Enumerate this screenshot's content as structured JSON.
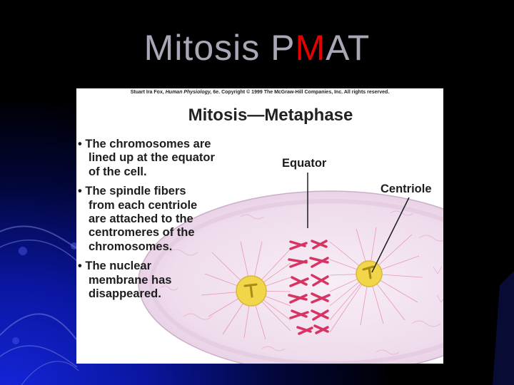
{
  "slide": {
    "title_parts": [
      "Mitosis P",
      "M",
      "AT"
    ]
  },
  "figure": {
    "credit_author": "Stuart Ira Fox,",
    "credit_book": "Human Physiology,",
    "credit_rest": "6e. Copyright © 1999 The McGraw-Hill Companies, Inc. All rights reserved.",
    "heading": "Mitosis—Metaphase",
    "bullets": [
      "The chromosomes are\nlined up at the equator\nof the cell.",
      "The spindle fibers\nfrom each centriole\nare attached to the\ncentromeres of the\nchromosomes.",
      "The nuclear\nmembrane has\ndisappeared."
    ],
    "labels": {
      "equator": "Equator",
      "centriole": "Centriole"
    }
  },
  "colors": {
    "title_gray": "#a7a7b6",
    "highlight_red": "#e60000",
    "background_blue": "#0a18b0",
    "cell_fill": "#f1e2ef",
    "chromosome": "#d73464",
    "centriole_yellow": "#f2d64a"
  }
}
